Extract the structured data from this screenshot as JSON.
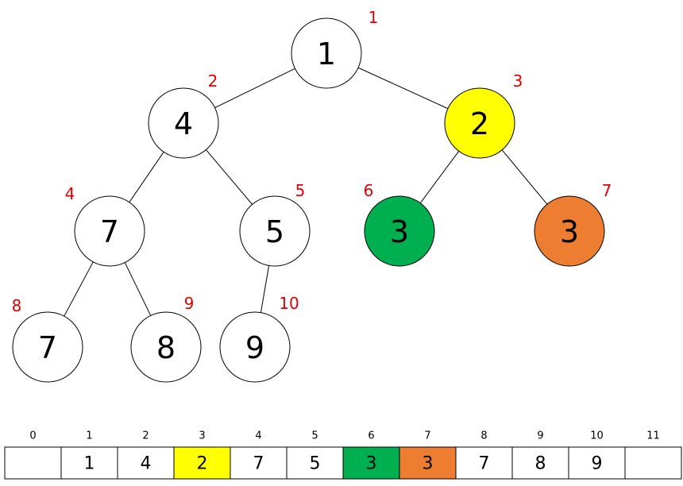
{
  "tree": {
    "nodes": [
      {
        "index": "1",
        "value": "1",
        "color": "#FFFFFF"
      },
      {
        "index": "2",
        "value": "4",
        "color": "#FFFFFF"
      },
      {
        "index": "3",
        "value": "2",
        "color": "#FFFF00"
      },
      {
        "index": "4",
        "value": "7",
        "color": "#FFFFFF"
      },
      {
        "index": "5",
        "value": "5",
        "color": "#FFFFFF"
      },
      {
        "index": "6",
        "value": "3",
        "color": "#00B050"
      },
      {
        "index": "7",
        "value": "3",
        "color": "#ED7D31"
      },
      {
        "index": "8",
        "value": "7",
        "color": "#FFFFFF"
      },
      {
        "index": "9",
        "value": "8",
        "color": "#FFFFFF"
      },
      {
        "index": "10",
        "value": "9",
        "color": "#FFFFFF"
      }
    ]
  },
  "array": {
    "indices": [
      "0",
      "1",
      "2",
      "3",
      "4",
      "5",
      "6",
      "7",
      "8",
      "9",
      "10",
      "11"
    ],
    "values": [
      "",
      "1",
      "4",
      "2",
      "7",
      "5",
      "3",
      "3",
      "7",
      "8",
      "9",
      ""
    ],
    "colors": [
      "#FFFFFF",
      "#FFFFFF",
      "#FFFFFF",
      "#FFFF00",
      "#FFFFFF",
      "#FFFFFF",
      "#00B050",
      "#ED7D31",
      "#FFFFFF",
      "#FFFFFF",
      "#FFFFFF",
      "#FFFFFF"
    ]
  }
}
